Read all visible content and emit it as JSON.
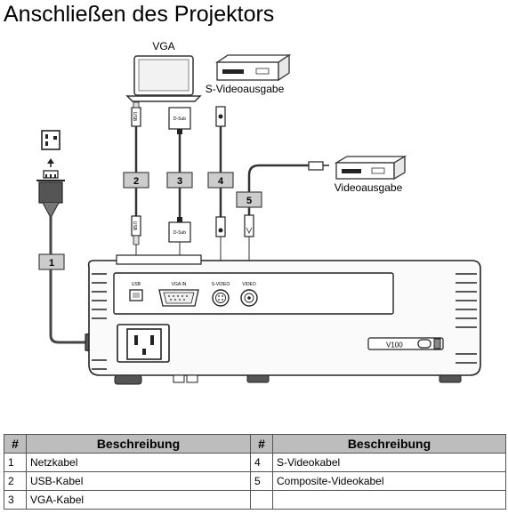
{
  "title": "Anschließen des Projektors",
  "devices": {
    "vga": "VGA",
    "svideo": "S-Videoausgabe",
    "video": "Videoausgabe"
  },
  "connectors": {
    "usb": "USB",
    "dsub": "D-Sub",
    "vga_in": "VGA IN",
    "svideo_port": "S-VIDEO",
    "video_port": "VIDEO",
    "model": "V100"
  },
  "badges": [
    "1",
    "2",
    "3",
    "4",
    "5"
  ],
  "legend": {
    "headers": [
      "#",
      "Beschreibung",
      "#",
      "Beschreibung"
    ],
    "rows": [
      [
        "1",
        "Netzkabel",
        "4",
        "S-Videokabel"
      ],
      [
        "2",
        "USB-Kabel",
        "5",
        "Composite-Videokabel"
      ],
      [
        "3",
        "VGA-Kabel",
        "",
        ""
      ]
    ]
  }
}
